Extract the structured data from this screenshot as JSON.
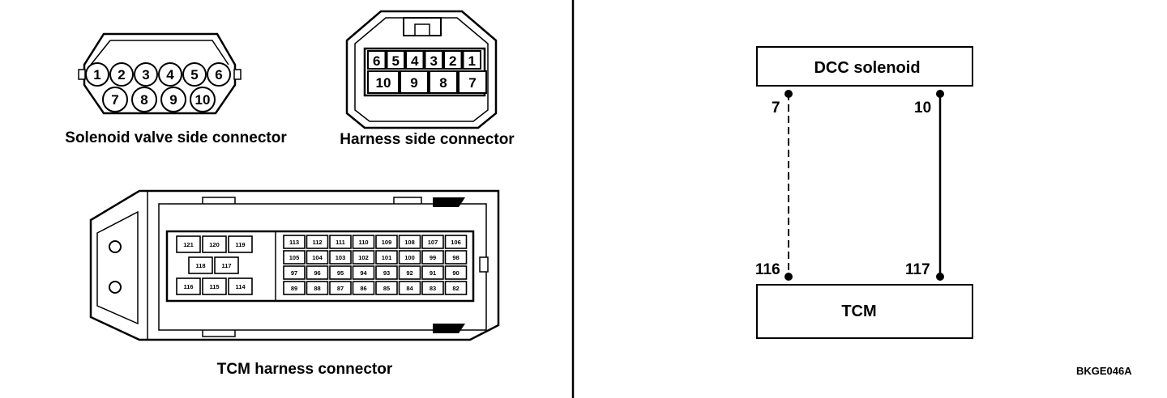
{
  "solenoid_connector": {
    "caption": "Solenoid valve side connector",
    "pins_top": [
      "1",
      "2",
      "3",
      "4",
      "5",
      "6"
    ],
    "pins_bottom": [
      "7",
      "8",
      "9",
      "10"
    ]
  },
  "harness_connector": {
    "caption": "Harness side connector",
    "pins_top": [
      "6",
      "5",
      "4",
      "3",
      "2",
      "1"
    ],
    "pins_bottom": [
      "10",
      "9",
      "8",
      "7"
    ]
  },
  "tcm_connector": {
    "caption": "TCM harness connector",
    "left_row1": [
      "121",
      "120",
      "119"
    ],
    "left_row2": [
      "118",
      "117"
    ],
    "left_row3": [
      "116",
      "115",
      "114"
    ],
    "grid": [
      [
        "113",
        "112",
        "111",
        "110",
        "109",
        "108",
        "107",
        "106"
      ],
      [
        "105",
        "104",
        "103",
        "102",
        "101",
        "100",
        "99",
        "98"
      ],
      [
        "97",
        "96",
        "95",
        "94",
        "93",
        "92",
        "91",
        "90"
      ],
      [
        "89",
        "88",
        "87",
        "86",
        "85",
        "84",
        "83",
        "82"
      ]
    ]
  },
  "circuit": {
    "top_box": "DCC solenoid",
    "bottom_box": "TCM",
    "wires": [
      {
        "top_pin": "7",
        "bottom_pin": "116",
        "style": "dashed"
      },
      {
        "top_pin": "10",
        "bottom_pin": "117",
        "style": "solid"
      }
    ]
  },
  "figure_code": "BKGE046A"
}
